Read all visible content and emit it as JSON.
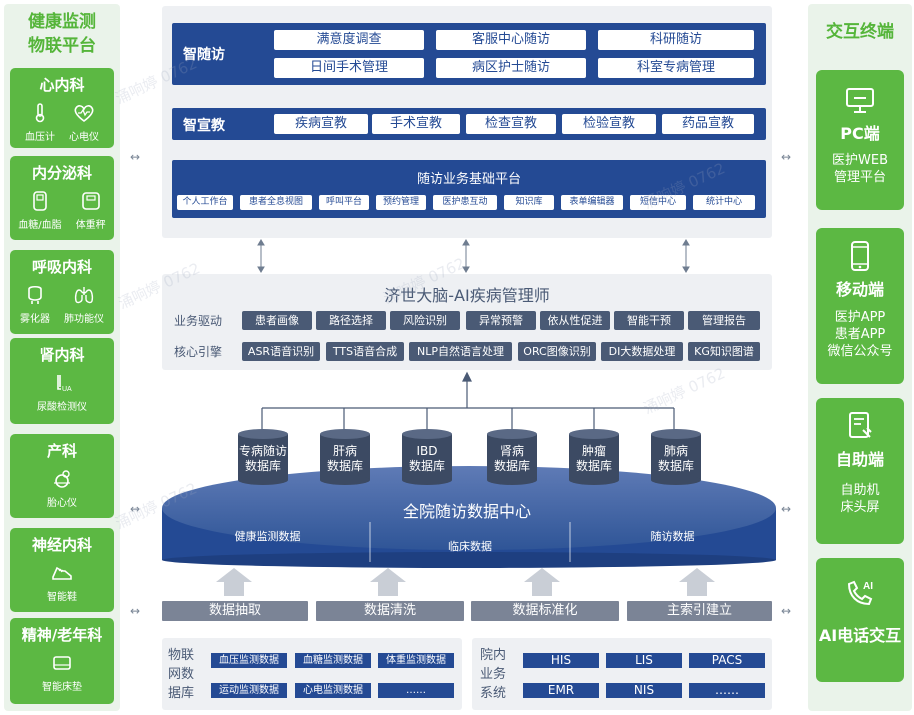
{
  "left": {
    "title": [
      "健康监测",
      "物联平台"
    ],
    "cards": [
      {
        "title": "心内科",
        "devices": [
          {
            "label": "血压计",
            "icon": "thermometer-icon"
          },
          {
            "label": "心电仪",
            "icon": "heart-pulse-icon"
          }
        ]
      },
      {
        "title": "内分泌科",
        "devices": [
          {
            "label": "血糖/血脂",
            "icon": "glucometer-icon"
          },
          {
            "label": "体重秤",
            "icon": "scale-icon"
          }
        ]
      },
      {
        "title": "呼吸内科",
        "devices": [
          {
            "label": "雾化器",
            "icon": "nebulizer-icon"
          },
          {
            "label": "肺功能仪",
            "icon": "lungs-icon"
          }
        ]
      },
      {
        "title": "肾内科",
        "devices": [
          {
            "label": "尿酸检测仪",
            "icon": "uric-acid-meter-icon"
          }
        ]
      },
      {
        "title": "产科",
        "devices": [
          {
            "label": "胎心仪",
            "icon": "fetal-monitor-icon"
          }
        ]
      },
      {
        "title": "神经内科",
        "devices": [
          {
            "label": "智能鞋",
            "icon": "smart-shoe-icon"
          }
        ]
      },
      {
        "title": "精神/老年科",
        "devices": [
          {
            "label": "智能床垫",
            "icon": "smart-mattress-icon"
          }
        ]
      }
    ]
  },
  "right": {
    "title": "交互终端",
    "cards": [
      {
        "title": "PC端",
        "desc": [
          "医护WEB",
          "管理平台"
        ],
        "icon": "monitor-icon"
      },
      {
        "title": "移动端",
        "desc": [
          "医护APP",
          "患者APP",
          "微信公众号"
        ],
        "icon": "mobile-phone-icon"
      },
      {
        "title": "自助端",
        "desc": [
          "自助机",
          "床头屏"
        ],
        "icon": "kiosk-icon"
      },
      {
        "title": "AI电话交互",
        "desc": [],
        "icon": "ai-phone-icon"
      }
    ]
  },
  "top": {
    "zhisuifang": {
      "label": "智随访",
      "items": [
        "满意度调查",
        "客服中心随访",
        "科研随访",
        "日间手术管理",
        "病区护士随访",
        "科室专病管理"
      ]
    },
    "zhixuanjiao": {
      "label": "智宣教",
      "items": [
        "疾病宣教",
        "手术宣教",
        "检查宣教",
        "检验宣教",
        "药品宣教"
      ]
    },
    "platform": {
      "label": "随访业务基础平台",
      "items": [
        "个人工作台",
        "患者全息视图",
        "呼叫平台",
        "预约管理",
        "医护患互动",
        "知识库",
        "表单编辑器",
        "短信中心",
        "统计中心"
      ]
    }
  },
  "brain": {
    "title": "济世大脑-AI疾病管理师",
    "drive": {
      "label": "业务驱动",
      "items": [
        "患者画像",
        "路径选择",
        "风险识别",
        "异常预警",
        "依从性促进",
        "智能干预",
        "管理报告"
      ]
    },
    "engine": {
      "label": "核心引擎",
      "items": [
        "ASR语音识别",
        "TTS语音合成",
        "NLP自然语言处理",
        "ORC图像识别",
        "DI大数据处理",
        "KG知识图谱"
      ]
    }
  },
  "datacenter": {
    "title": "全院随访数据中心",
    "databases": [
      [
        "专病随访",
        "数据库"
      ],
      [
        "肝病",
        "数据库"
      ],
      [
        "IBD",
        "数据库"
      ],
      [
        "肾病",
        "数据库"
      ],
      [
        "肿瘤",
        "数据库"
      ],
      [
        "肺病",
        "数据库"
      ]
    ],
    "segments": [
      "健康监测数据",
      "临床数据",
      "随访数据"
    ]
  },
  "process": [
    "数据抽取",
    "数据清洗",
    "数据标准化",
    "主索引建立"
  ],
  "iot_db": {
    "label": [
      "物联",
      "网数",
      "据库"
    ],
    "items": [
      "血压监测数据",
      "血糖监测数据",
      "体重监测数据",
      "运动监测数据",
      "心电监测数据",
      "……"
    ]
  },
  "hospital": {
    "label": [
      "院内",
      "业务",
      "系统"
    ],
    "items": [
      "HIS",
      "LIS",
      "PACS",
      "EMR",
      "NIS",
      "……"
    ]
  },
  "watermark": "涌响婷 0762",
  "colors": {
    "green": "#5cb843",
    "navy": "#244a94",
    "gray_panel": "#eef0f3",
    "slate": "#4a5a75"
  }
}
